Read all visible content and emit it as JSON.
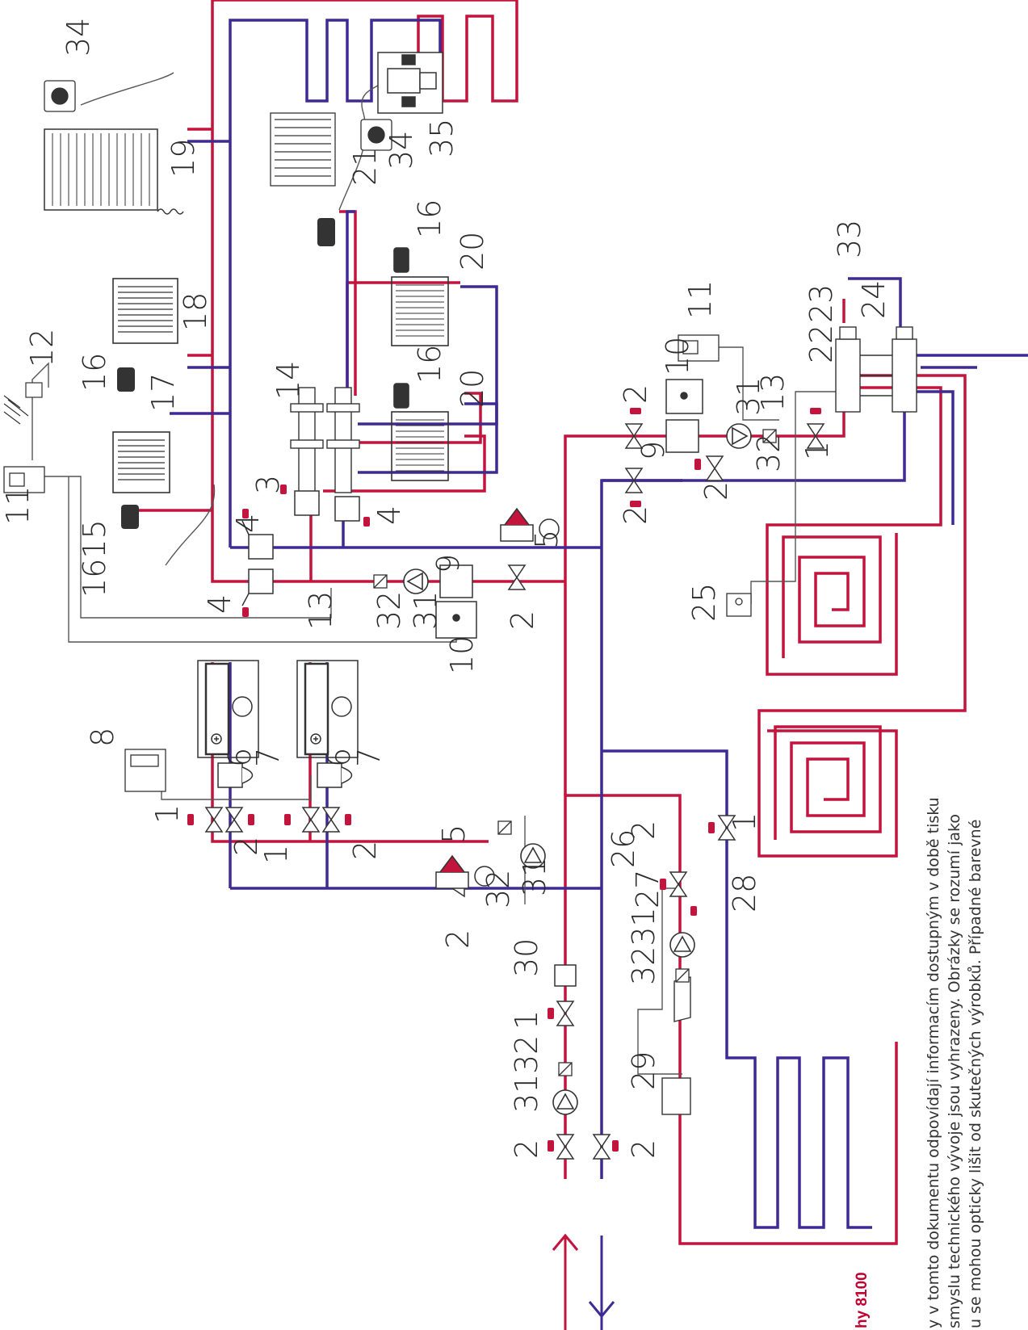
{
  "colors": {
    "supply": "#c2143c",
    "return": "#3f2a95",
    "component": "#333333",
    "handle": "#c2143c",
    "wire": "#555555"
  },
  "labels": {
    "n34a": "34",
    "n12": "12",
    "n16a": "16",
    "n18": "18",
    "n19": "19",
    "n21": "21",
    "n34b": "34",
    "n35": "35",
    "n16b": "16",
    "n20a": "20",
    "n11a": "11",
    "n17": "17",
    "n14": "14",
    "n16c": "16",
    "n20b": "20",
    "n33": "33",
    "n24": "24",
    "n23": "23",
    "n22": "22",
    "n11b": "11",
    "n10a": "10",
    "n2a": "2",
    "n31a": "31",
    "n13a": "13",
    "n9a": "9",
    "n32a": "32",
    "n1a": "1",
    "n3": "3",
    "n2b": "2",
    "n4a": "4",
    "n4b": "4",
    "n5a": "5",
    "n2c": "2",
    "n1615": "1615",
    "n4c": "4",
    "n13b": "13",
    "n9b": "9",
    "n32b": "32",
    "n31b": "31",
    "n2d": "2",
    "n10b": "10",
    "n25": "25",
    "n8": "8",
    "n6a": "6",
    "n7a": "7",
    "n6b": "6",
    "n7b": "7",
    "n1b": "1",
    "n2e": "2",
    "n1c": "1",
    "n2f": "2",
    "n5b": "5",
    "n2g": "2",
    "n32c": "32",
    "n31c": "31",
    "n2h": "2",
    "n26": "26",
    "n27": "27",
    "n1d": "1",
    "n28": "28",
    "n3231": "3231",
    "n30": "30",
    "n1e": "1",
    "n32d": "32",
    "n31d": "31",
    "n2i": "2",
    "n29": "29",
    "n2j": "2"
  },
  "footnote": {
    "line1": "y v tomto dokumentu odpovídají informacím dostupným v době tisku",
    "line2": "smyslu technického vývoje jsou vyhrazeny. Obrázky se rozumí jako",
    "line3": "u se mohou opticky lišit od skutečných výrobků. Případné barevné"
  },
  "ref": "hy 8100"
}
